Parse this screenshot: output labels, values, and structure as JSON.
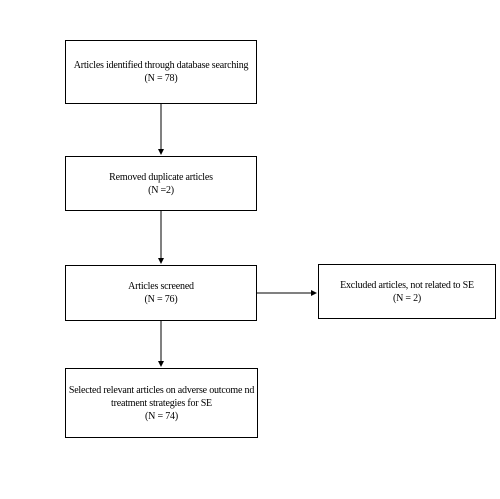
{
  "flowchart": {
    "identified": {
      "line1": "Articles identified through database searching",
      "line2": "(N = 78)"
    },
    "duplicates": {
      "line1": "Removed duplicate articles",
      "line2": "(N =2)"
    },
    "screened": {
      "line1": "Articles screened",
      "line2": "(N = 76)"
    },
    "excluded": {
      "line1": "Excluded articles, not related to SE",
      "line2": "(N = 2)"
    },
    "selected": {
      "line1": "Selected relevant articles on adverse outcome nd",
      "line2": "treatment strategies for SE",
      "line3": "(N = 74)"
    }
  }
}
